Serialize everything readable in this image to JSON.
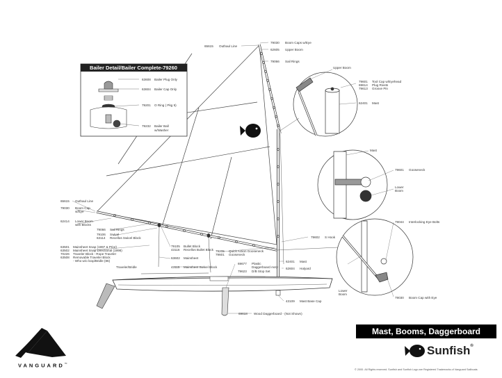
{
  "title": "Mast, Booms, Daggerboard",
  "brand": {
    "name": "Sunfish",
    "mark": "®",
    "maker": "VANGUARD",
    "maker_mark": "™"
  },
  "copyright": "© 2000. All Rights reserved. Sunfish and Sunfish Logo are Registered Trademarks of Vanguard Sailboats",
  "bailer_box": {
    "title": "Bailer Detail/Bailer Complete-79260",
    "parts": [
      {
        "num": "63608",
        "label": "Bailer Plug Only"
      },
      {
        "num": "63604",
        "label": "Bailer Cap Only"
      },
      {
        "num": "79201",
        "label": "O Ring ( Pkg 5)"
      },
      {
        "num": "79232",
        "label": "Bailer Ball",
        "label2": "w/Washer"
      }
    ]
  },
  "main_labels": {
    "outhaul_top": {
      "num": "65615",
      "label": "Outhaul Line"
    },
    "boom_caps_top": {
      "num": "79030",
      "label": "Boom Caps w/Eye"
    },
    "upper_boom": {
      "num": "62605",
      "label": "Upper Boom"
    },
    "sail_rings_top": {
      "num": "79066",
      "label": "Sail Rings"
    },
    "outhaul_left": {
      "num": "65615",
      "label": "Outhaul Line"
    },
    "boom_cap_left": {
      "num": "79030",
      "label": "Boom Cap",
      "label2": "w/Eye"
    },
    "lower_boom": {
      "num": "62414",
      "label": "Lower Boom",
      "label2": "with Blocks"
    },
    "sail_rings_low": {
      "num": "79066",
      "label": "Sail Rings"
    },
    "swivel": {
      "num": "79106",
      "label": "Swivel"
    },
    "ratchet_swivel": {
      "num": "63114",
      "label": "Recellos Swivel Block"
    },
    "mainsheet_snap_1": {
      "num": "63501",
      "label": "Mainsheet Snap (1997 & Prior)"
    },
    "mainsheet_snap_2": {
      "num": "63502",
      "label": "Mainsheet Snap Directional (1998)"
    },
    "traveler_block": {
      "num": "70226",
      "label": "Traveler Block - Rope Traveler"
    },
    "removable_traveler": {
      "num": "63508",
      "label": "Removable Traveler Block",
      "label2": "- Who w/o loop/Bridle (86)"
    },
    "traveler_bridle": {
      "label": "Traveler/Bridle"
    },
    "bullet_block": {
      "num": "79105",
      "label": "Bullet Block"
    },
    "ratchet_bullet": {
      "num": "43116",
      "label": "Recellos Bullet Block"
    },
    "mainsheet": {
      "num": "63602",
      "label": "Mainsheet"
    },
    "mainsheet_swivel": {
      "num": "43115",
      "label": "Mainsheet Swivel Block"
    },
    "quick_action": {
      "num": "79205",
      "label": "Quick Action Gooseneck"
    },
    "gooseneck_low": {
      "num": "79601",
      "label": "Gooseneck"
    },
    "plastic_dagger": {
      "num": "69677",
      "label": "Plastic",
      "label2": "Daggerboard Assy"
    },
    "dagger_stop": {
      "num": "79623",
      "label": "D/B Stop Set"
    },
    "mast_low": {
      "num": "62401",
      "label": "Mast"
    },
    "halyard": {
      "num": "62604",
      "label": "Halyard"
    },
    "mast_base_cap": {
      "num": "43109",
      "label": "Mast Base Cap"
    },
    "s_hook": {
      "num": "79602",
      "label": "S Hook"
    },
    "wood_daggerboard": {
      "num": "69618",
      "label": "Wood Daggerboard - (Not Shown)"
    }
  },
  "detail_top": {
    "upper_boom": {
      "label": "Upper Boom"
    },
    "tool_cap": {
      "num": "79601",
      "label": "Tool Cap w/Eyehead"
    },
    "plug_rivets": {
      "num": "69614",
      "label": "Plug Rivets"
    },
    "groove_pin": {
      "num": "79613",
      "label": "Groove Pin"
    },
    "mast": {
      "num": "62401",
      "label": "Mast"
    }
  },
  "detail_mid": {
    "mast": {
      "label": "Mast"
    },
    "gooseneck": {
      "num": "79601",
      "label": "Gooseneck"
    },
    "lower_boom": {
      "label": "Lower",
      "label2": "Boom"
    }
  },
  "detail_low": {
    "eye_bolts": {
      "num": "79044",
      "label": "Interlocking Eye Bolts"
    },
    "lower_boom": {
      "label": "Lower",
      "label2": "Boom"
    },
    "boom_cap": {
      "num": "79030",
      "label": "Boom Cap with Eye"
    }
  }
}
